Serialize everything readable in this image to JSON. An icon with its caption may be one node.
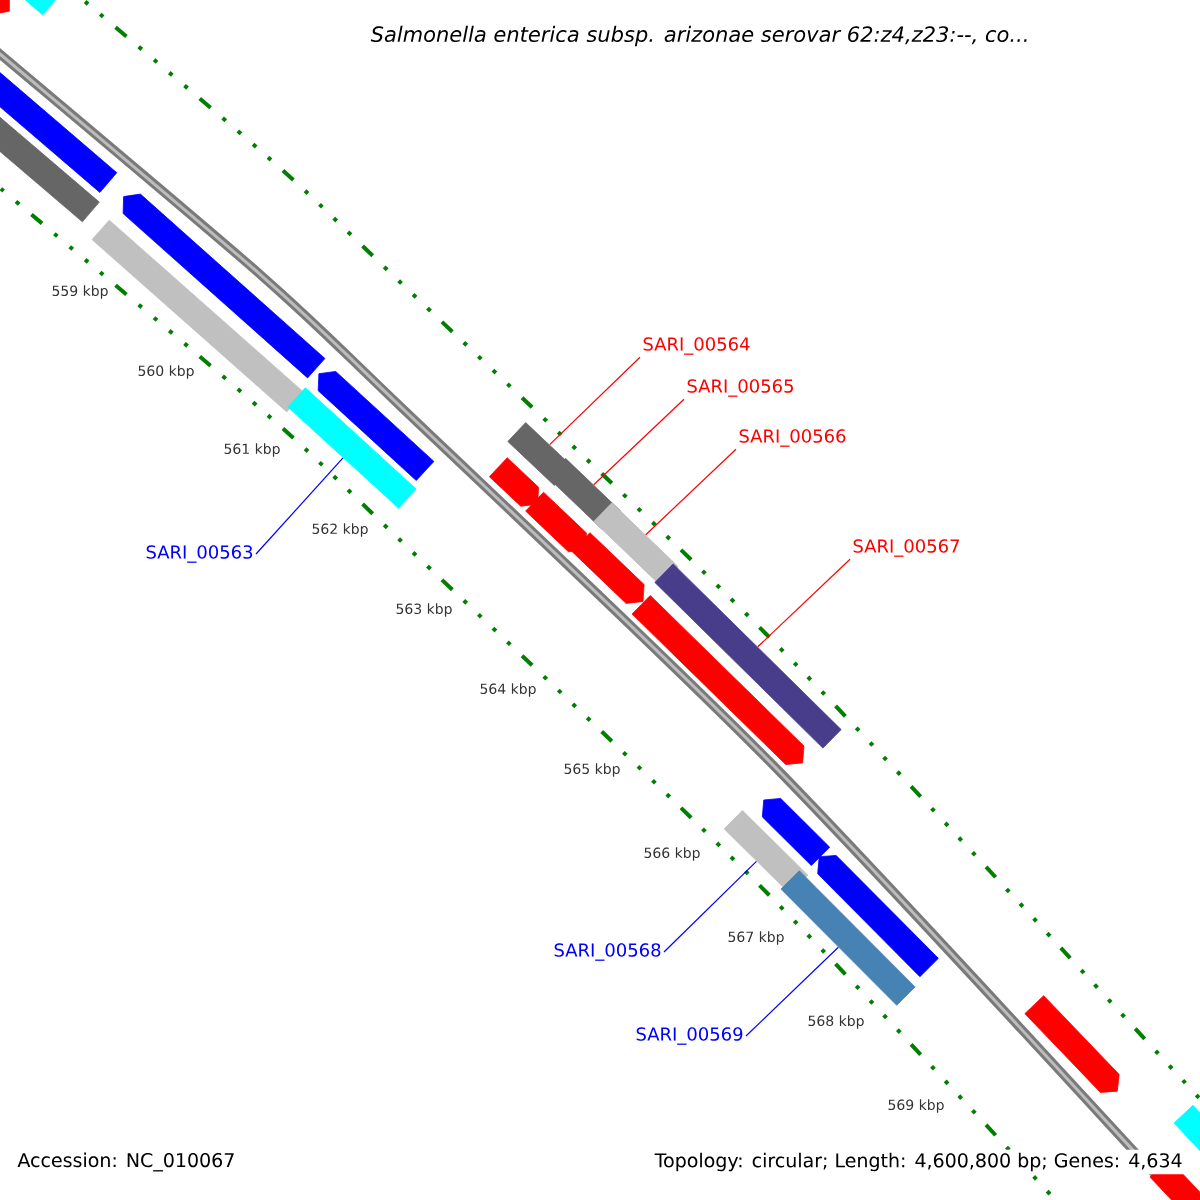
{
  "diagram": {
    "title": "*Salmonella enterica* subsp. *arizonae* serovar 62:z4,z23:--, co...",
    "nodes": [
      {
        "text": [
          "SARI_00564"
        ]
      },
      {
        "text": [
          "SARI_00565"
        ]
      },
      {
        "text": [
          "SARI_00566"
        ]
      },
      {
        "text": [
          "SARI_00567"
        ]
      },
      {
        "text": [
          "SARI_00563"
        ]
      },
      {
        "text": [
          "SARI_00568"
        ]
      },
      {
        "text": [
          "SARI_00569"
        ]
      },
      {
        "text": [],
        "shape": "bar"
      },
      {
        "text": [],
        "shape": "bar"
      },
      {
        "text": [],
        "shape": "bar"
      },
      {
        "text": [],
        "shape": "bar"
      },
      {
        "text": [],
        "shape": "bar"
      },
      {
        "text": [],
        "shape": "bar"
      },
      {
        "text": [],
        "shape": "bar"
      }
    ],
    "edges": [
      {
        "from": 4,
        "to": 7,
        "arrow": "none",
        "color": "#0000ff"
      },
      {
        "from": 0,
        "to": 8,
        "arrow": "none"
      },
      {
        "from": 1,
        "to": 9,
        "arrow": "none"
      },
      {
        "from": 2,
        "to": 10,
        "arrow": "none"
      },
      {
        "from": 3,
        "to": 11,
        "arrow": "none"
      },
      {
        "from": 5,
        "to": 12,
        "arrow": "none",
        "color": "#0000ff"
      },
      {
        "from": 6,
        "to": 13,
        "arrow": "none",
        "color": "#0000ff"
      }
    ],
    "labels": [
      "559 kbp",
      "560 kbp",
      "561 kbp",
      "562 kbp",
      "563 kbp",
      "564 kbp",
      "565 kbp",
      "566 kbp",
      "567 kbp",
      "568 kbp",
      "569 kbp",
      "Accession: NC_010067",
      "Topology: circular; Length: 4,600,800 bp; Genes: 4,634"
    ]
  }
}
